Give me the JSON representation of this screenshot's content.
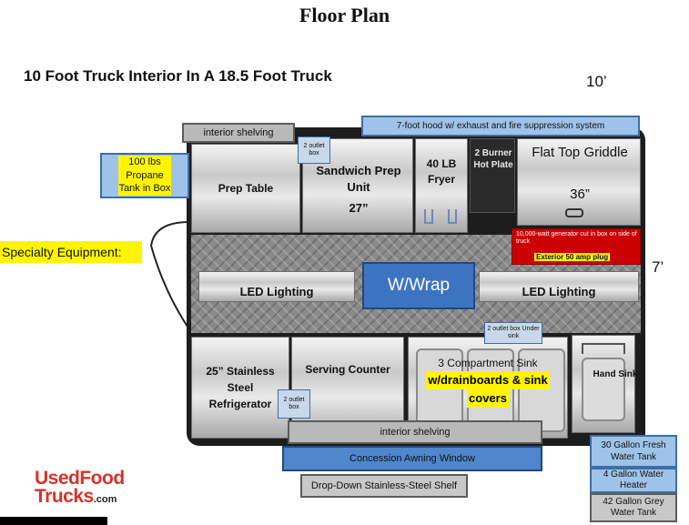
{
  "title": "Floor Plan",
  "subtitle": "10 Foot Truck Interior In A 18.5 Foot Truck",
  "dimensions": {
    "length": "10’",
    "width": "7’"
  },
  "labels": {
    "interior_shelving_top": "interior shelving",
    "hood": "7-foot hood w/ exhaust and fire suppression system",
    "propane": "100 lbs Propane Tank in Box",
    "specialty": "Specialty Equipment:",
    "prep_table": "Prep Table",
    "outlet_small": "2 outlet box",
    "sandwich_prep": "Sandwich Prep Unit",
    "sandwich_size": "27”",
    "fryer": "40 LB Fryer",
    "hot_plate": "2 Burner Hot Plate",
    "griddle": "Flat Top Griddle",
    "griddle_size": "36”",
    "generator_note": "10,000-watt generator cut in box on side of truck",
    "exterior_plug": "Exterior 50 amp plug",
    "led_left": "LED Lighting",
    "wrap": "W/Wrap",
    "led_right": "LED Lighting",
    "outlet_under_sink": "2 outlet box Under sink",
    "refrigerator": "25” Stainless Steel Refrigerator",
    "serving_counter": "Serving Counter",
    "sink_line1": "3 Compartment Sink",
    "sink_line2": "w/drainboards & sink",
    "sink_line3": "covers",
    "hand_sink": "Hand Sink",
    "interior_shelving_bottom": "interior shelving",
    "awning": "Concession Awning Window",
    "shelf": "Drop-Down Stainless-Steel Shelf",
    "fresh_water": "30 Gallon Fresh Water Tank",
    "water_heater": "4 Gallon Water Heater",
    "grey_water": "42 Gallon Grey Water Tank"
  },
  "brand": {
    "line1": "UsedFood",
    "line2": "Trucks",
    "suffix": ".com"
  },
  "colors": {
    "highlight": "#fff500",
    "blue_box": "#9fc3e8",
    "generator": "#cc0000",
    "brand_red": "#d6332a"
  }
}
